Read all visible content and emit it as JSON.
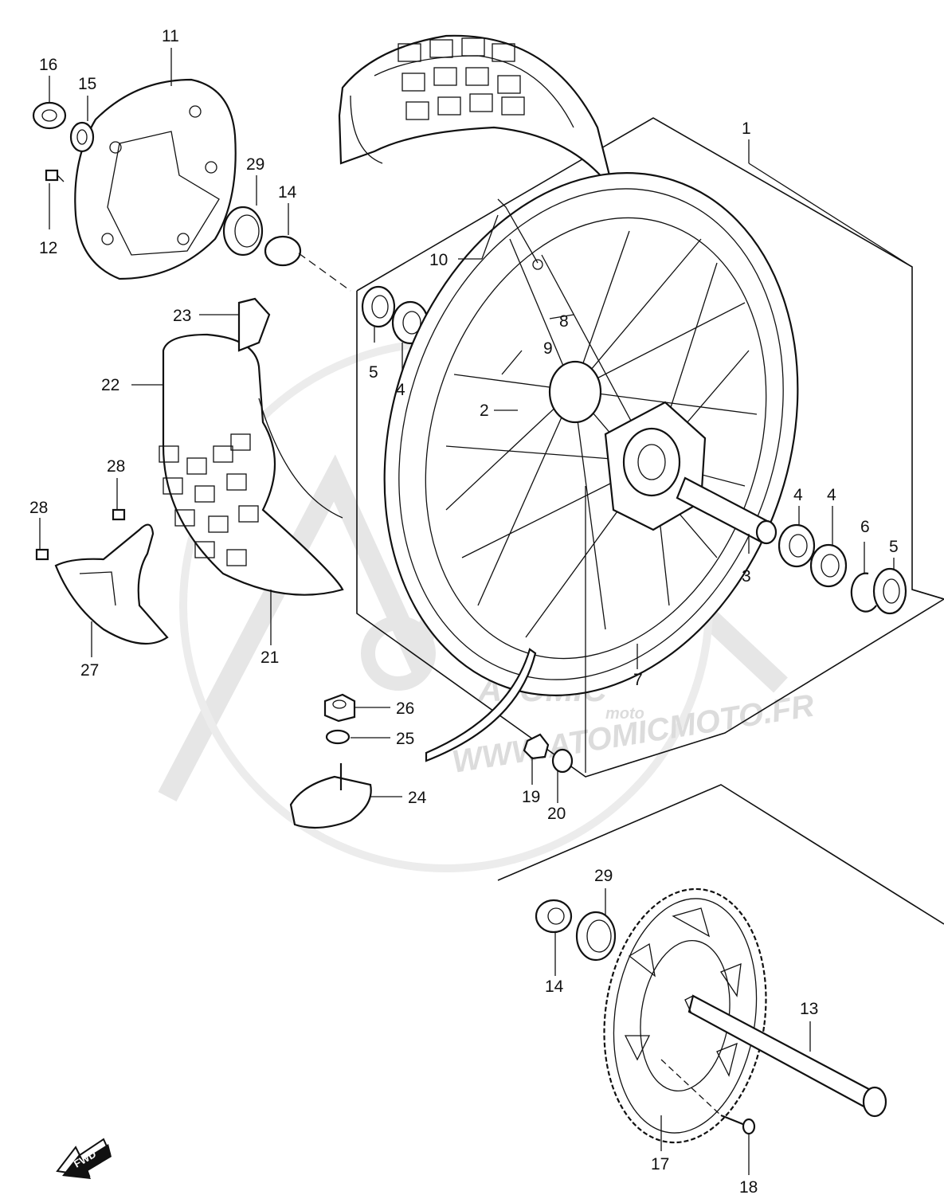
{
  "watermark": {
    "brand": "ATOMIC",
    "brand_sub": "moto",
    "url": "WWW.ATOMICMOTO.FR"
  },
  "fwd_label": "FWD",
  "callouts": {
    "p1": "1",
    "p2": "2",
    "p3": "3",
    "p4a": "4",
    "p4b": "4",
    "p4c": "4",
    "p5a": "5",
    "p5b": "5",
    "p6": "6",
    "p7": "7",
    "p8": "8",
    "p9": "9",
    "p10": "10",
    "p11": "11",
    "p12": "12",
    "p13": "13",
    "p14a": "14",
    "p14b": "14",
    "p15": "15",
    "p16": "16",
    "p17": "17",
    "p18": "18",
    "p19": "19",
    "p20": "20",
    "p21": "21",
    "p22": "22",
    "p23": "23",
    "p24": "24",
    "p25": "25",
    "p26": "26",
    "p27": "27",
    "p28a": "28",
    "p28b": "28",
    "p29a": "29",
    "p29b": "29"
  }
}
